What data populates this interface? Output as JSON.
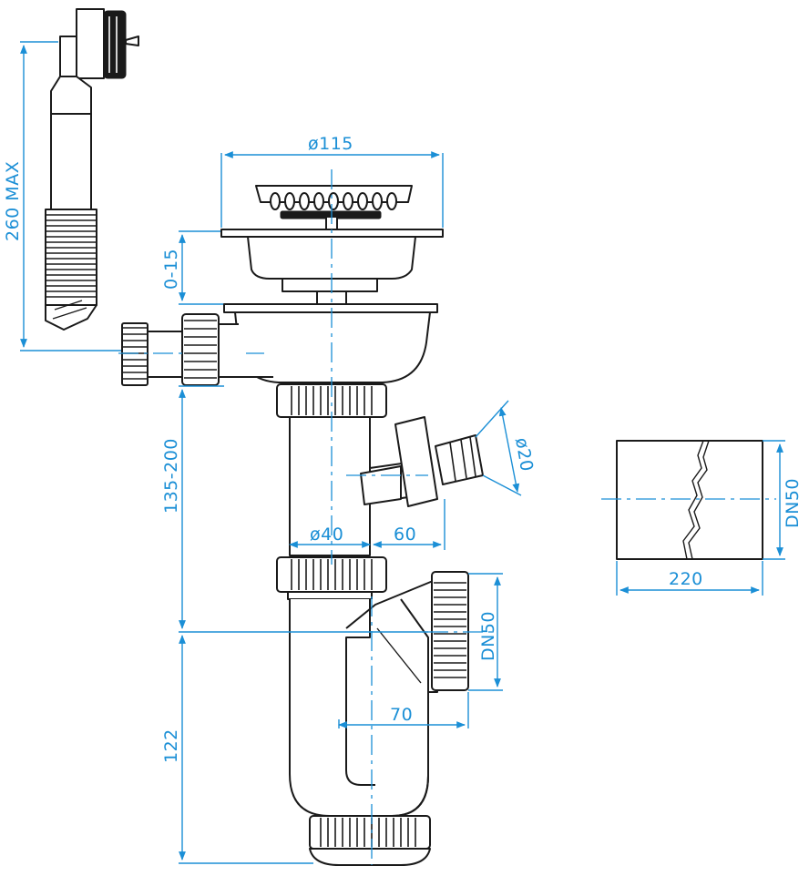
{
  "dimensions": {
    "overflow_length": "260 MAX",
    "strainer_diameter": "ø115",
    "adjustment_range": "0-15",
    "drop_range": "135-200",
    "pipe_diameter": "ø40",
    "side_offset": "60",
    "hose_diameter": "ø20",
    "outlet_size": "DN50",
    "outlet_offset": "70",
    "trap_height": "122",
    "pipe_length": "220",
    "pipe_size": "DN50"
  },
  "colors": {
    "dimension_lines": "#1b8fd6",
    "outline": "#1a1a1a"
  }
}
